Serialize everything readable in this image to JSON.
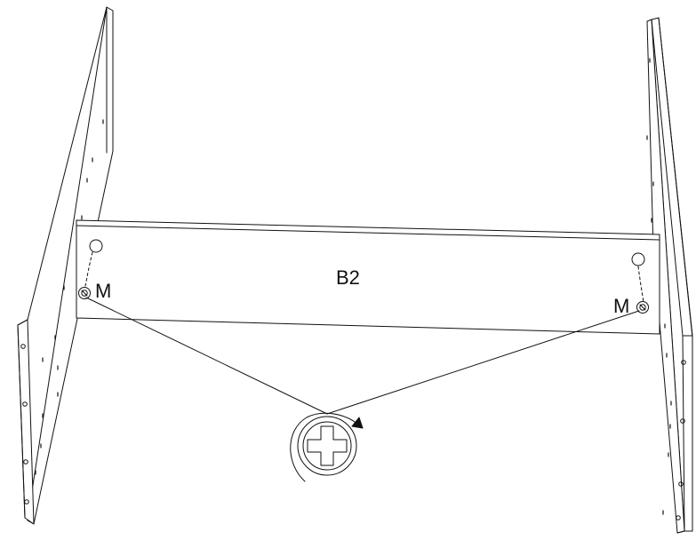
{
  "panel_label": "B2",
  "fastener_label_left": "M",
  "fastener_label_right": "M",
  "tool": "phillips-screwdriver-icon",
  "rotation": "clockwise-arrow-icon",
  "colors": {
    "line": "#111111",
    "background": "#ffffff"
  }
}
